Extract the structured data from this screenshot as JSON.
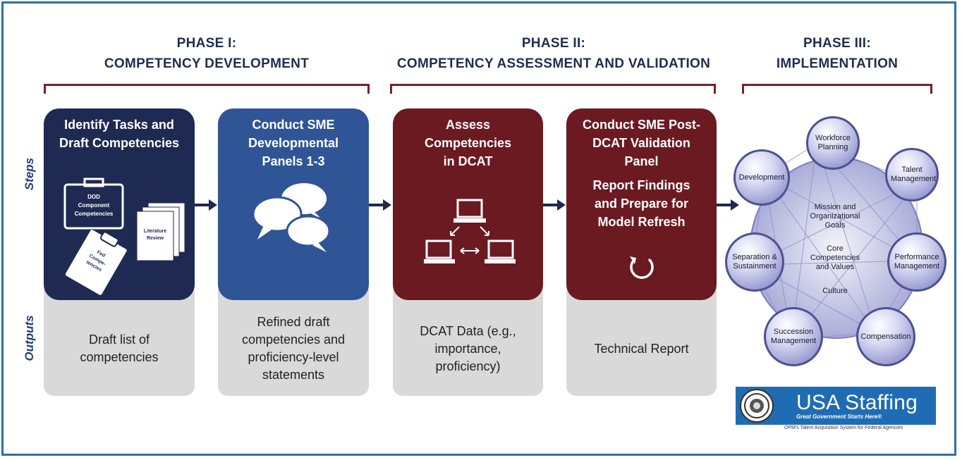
{
  "phases": [
    {
      "line1": "PHASE I:",
      "line2": "COMPETENCY DEVELOPMENT"
    },
    {
      "line1": "PHASE II:",
      "line2": "COMPETENCY ASSESSMENT AND VALIDATION"
    },
    {
      "line1": "PHASE III:",
      "line2": "IMPLEMENTATION"
    }
  ],
  "row_labels": {
    "steps": "Steps",
    "outputs": "Outputs"
  },
  "steps": [
    {
      "title": "Identify Tasks and Draft Competencies",
      "doc1": "DOD Component Competencies",
      "doc2": "Literature Review",
      "doc3": "Fed Compe-tencies"
    },
    {
      "title": "Conduct SME Developmental Panels 1-3"
    },
    {
      "title": "Assess Competencies in DCAT"
    },
    {
      "title": "Conduct SME Post-DCAT Validation Panel",
      "subtitle": "Report Findings and Prepare for Model Refresh"
    }
  ],
  "outputs": [
    "Draft list of competencies",
    "Refined draft competencies and proficiency-level statements",
    "DCAT Data (e.g., importance, proficiency)",
    "Technical Report"
  ],
  "wheel": {
    "nodes": [
      "Workforce Planning",
      "Talent Management",
      "Performance Management",
      "Compensation",
      "Succession Management",
      "Separation & Sustainment",
      "Development"
    ],
    "center": [
      "Mission and Organizational Goals",
      "Core Competencies and Values",
      "Culture"
    ]
  },
  "logo": {
    "name": "USA Staffing",
    "tagline": "Great Government Starts Here®",
    "sub": "OPM's Talent Acquisition System for Federal Agencies"
  },
  "colors": {
    "navy": "#1f2a52",
    "blue": "#2f5597",
    "maroon": "#6b1a22",
    "gray": "#d9d9d9"
  },
  "icons": [
    "document-icons",
    "speech-bubbles-icon",
    "network-computers-icon",
    "refresh-cycle-icon",
    "arrow-right-icon"
  ]
}
